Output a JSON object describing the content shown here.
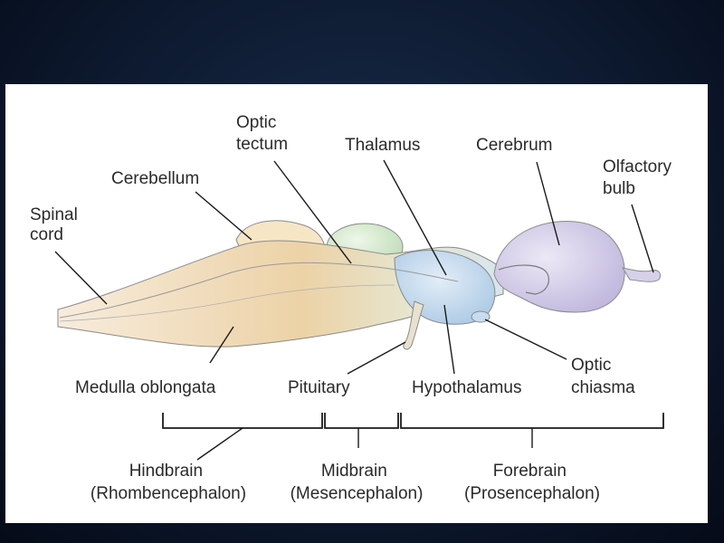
{
  "labels": {
    "spinal_cord": [
      "Spinal",
      "cord"
    ],
    "cerebellum": "Cerebellum",
    "optic_tectum": [
      "Optic",
      "tectum"
    ],
    "thalamus": "Thalamus",
    "cerebrum": "Cerebrum",
    "olfactory_bulb": [
      "Olfactory",
      "bulb"
    ],
    "medulla_oblongata": "Medulla oblongata",
    "pituitary": "Pituitary",
    "hypothalamus": "Hypothalamus",
    "optic_chiasma": [
      "Optic",
      "chiasma"
    ]
  },
  "divisions": {
    "hindbrain": [
      "Hindbrain",
      "(Rhombencephalon)"
    ],
    "midbrain": [
      "Midbrain",
      "(Mesencephalon)"
    ],
    "forebrain": [
      "Forebrain",
      "(Prosencephalon)"
    ]
  },
  "colors": {
    "background": "#0d1a30",
    "panel": "#ffffff",
    "hindbrain_fill": "#f2dcb8",
    "cerebellum_fill": "#f6e6c6",
    "optic_tectum_fill": "#d9ecd2",
    "forebrain_fill": "#c7dcef",
    "cerebrum_fill": "#d6d0ea",
    "outline": "#7a7a7a"
  }
}
